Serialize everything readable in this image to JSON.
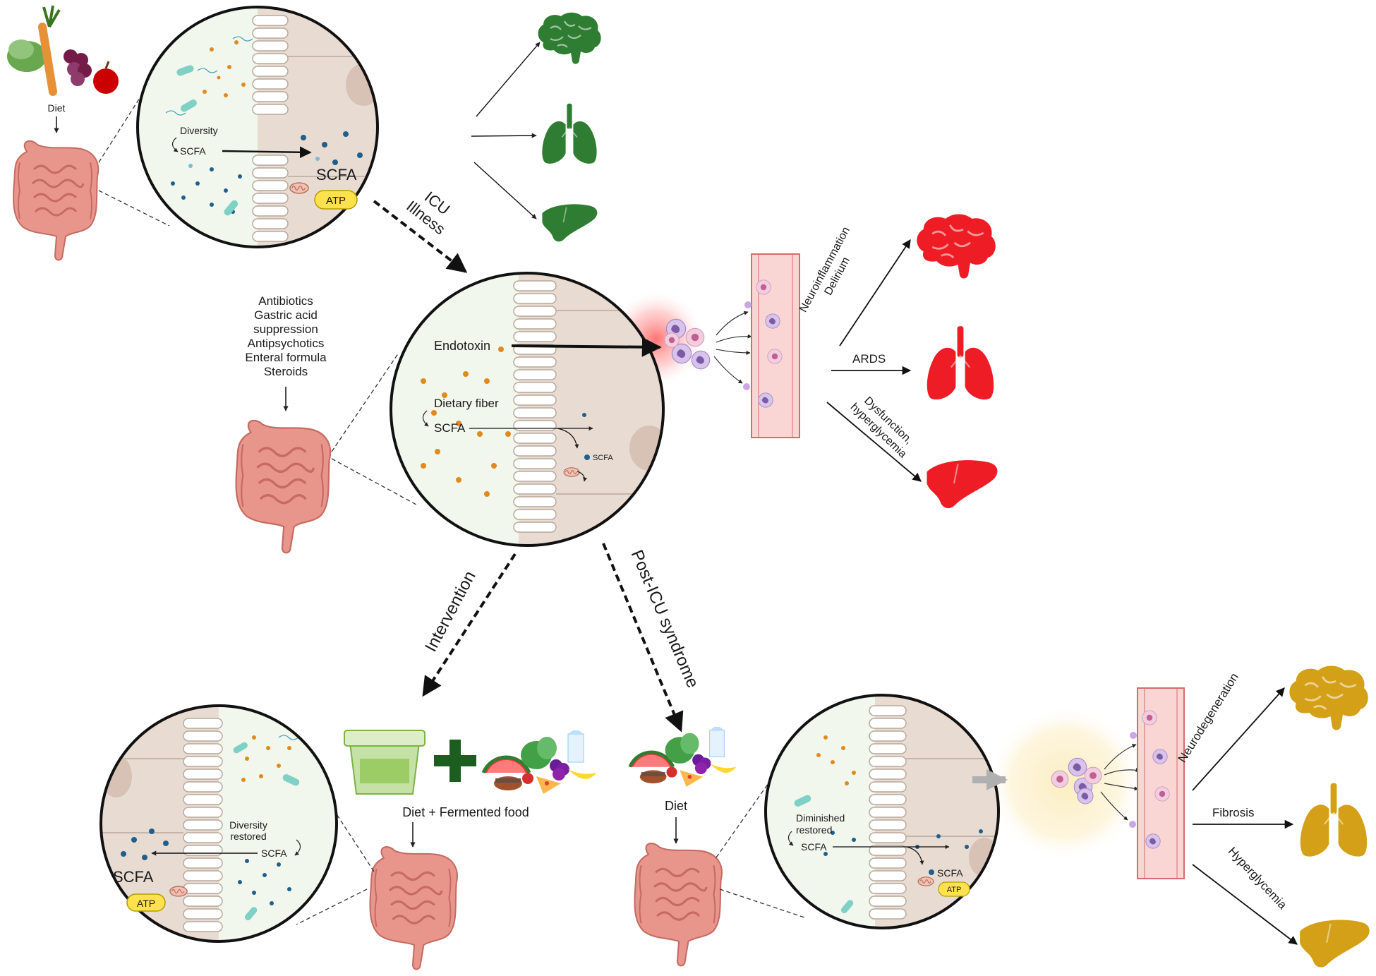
{
  "labels": {
    "diet_top": "Diet",
    "diversity_top": "Diversity",
    "scfa_top_small": "SCFA",
    "scfa_top_big": "SCFA",
    "atp_top": "ATP",
    "icu_line1": "ICU",
    "icu_line2": "Illness",
    "risk_line1": "Antibiotics",
    "risk_line2": "Gastric acid",
    "risk_line3": "suppression",
    "risk_line4": "Antipsychotics",
    "risk_line5": "Enteral formula",
    "risk_line6": "Steroids",
    "endotoxin": "Endotoxin",
    "dietary_fiber": "Dietary fiber",
    "scfa_mid": "SCFA",
    "scfa_mid_small": "SCFA",
    "neuro_line1": "Neuroinflammation",
    "neuro_line2": "Delirium",
    "ards": "ARDS",
    "dys_line1": "Dysfunction,",
    "dys_line2": "hyperglycemia",
    "intervention": "Intervention",
    "post_icu": "Post-ICU syndrome",
    "diet_fermented": "Diet + Fermented food",
    "diversity_restored_1": "Diversity",
    "diversity_restored_2": "restored",
    "scfa_bl_small": "SCFA",
    "scfa_bl_big": "SCFA",
    "atp_bl": "ATP",
    "diet_br": "Diet",
    "diminished_1": "Diminished",
    "diminished_2": "restored",
    "scfa_br_small": "SCFA",
    "scfa_br_right": "SCFA",
    "atp_br": "ATP",
    "neurodegeneration": "Neurodegeneration",
    "fibrosis": "Fibrosis",
    "hyperglycemia": "Hyperglycemia"
  },
  "colors": {
    "healthy_organ": "#2e7d32",
    "acute_organ": "#ee1c25",
    "chronic_organ": "#d4a017",
    "gut": "#e8968c",
    "lumen": "#f1f7ec",
    "epithelium": "#e8dcd2",
    "vessel": "#f9d6d3",
    "atp": "#ffe14d",
    "scfa_dot": "#1f5f8b",
    "fiber_dot": "#e08a1e"
  },
  "icons": [
    "vegetables-icon",
    "brain-icon",
    "lungs-icon",
    "liver-icon",
    "intestine-icon",
    "mitochondrion-icon",
    "bacterium-icon",
    "immune-cell-icon",
    "yogurt-icon",
    "plus-icon",
    "mixed-food-icon"
  ]
}
